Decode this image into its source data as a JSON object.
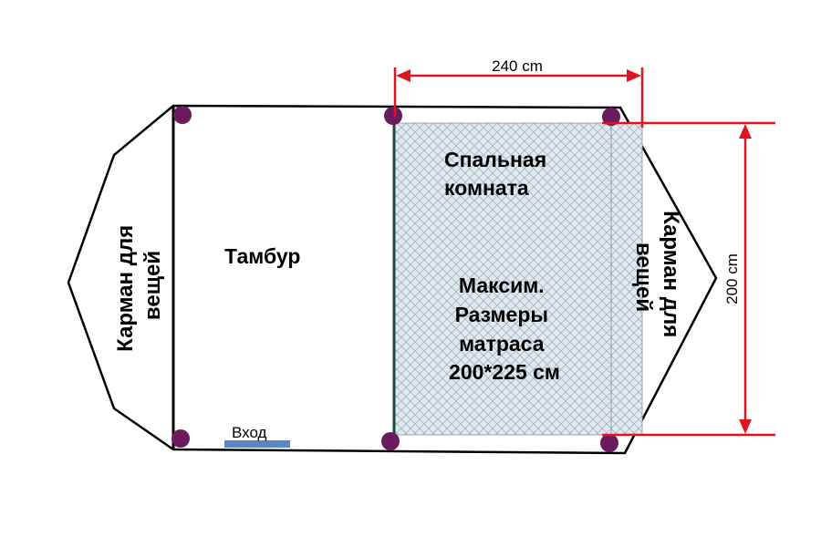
{
  "labels": {
    "left_pocket_line1": "Карман для",
    "left_pocket_line2": "вещей",
    "vestibule": "Тамбур",
    "entrance": "Вход",
    "bedroom_line1": "Спальная",
    "bedroom_line2": "комната",
    "mattress_line1": "Максим.",
    "mattress_line2": "Размеры",
    "mattress_line3": "матраса",
    "mattress_line4": "200*225 см",
    "right_pocket_line1": "Карман для",
    "right_pocket_line2": "вещей",
    "dim_width": "240 cm",
    "dim_height": "200 cm"
  },
  "colors": {
    "outline": "#000000",
    "dimension": "#e0141e",
    "pole_marker": "#6a1b5e",
    "mesh_fill": "#dfe9ef",
    "mesh_line": "#9aa7b3",
    "door": "#5b86c5",
    "inner_wall": "#1f4a3a"
  },
  "icons": {
    "pole": "pole-marker-dot",
    "door": "door-bar"
  }
}
